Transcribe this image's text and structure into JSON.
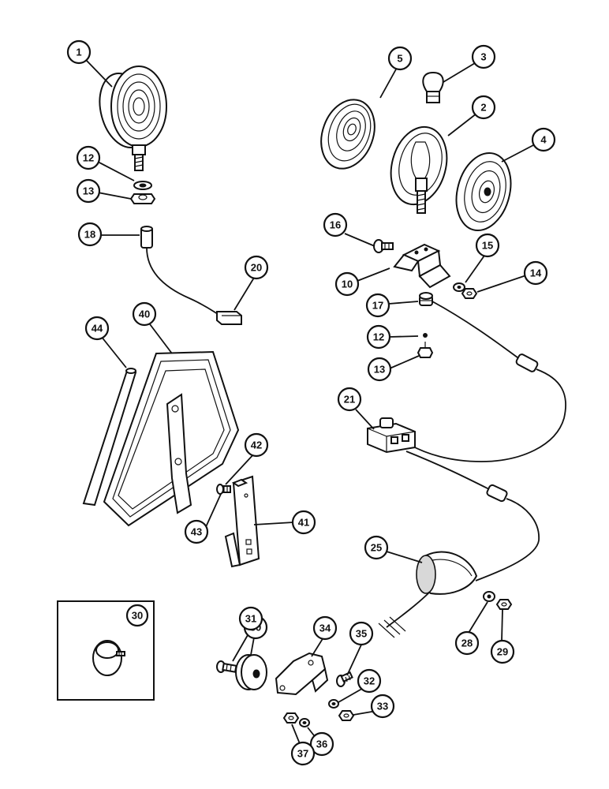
{
  "callouts": [
    {
      "id": "c1",
      "label": "1"
    },
    {
      "id": "c2",
      "label": "2"
    },
    {
      "id": "c3",
      "label": "3"
    },
    {
      "id": "c4",
      "label": "4"
    },
    {
      "id": "c5",
      "label": "5"
    },
    {
      "id": "c10",
      "label": "10"
    },
    {
      "id": "c12a",
      "label": "12"
    },
    {
      "id": "c12b",
      "label": "12"
    },
    {
      "id": "c13a",
      "label": "13"
    },
    {
      "id": "c13b",
      "label": "13"
    },
    {
      "id": "c14",
      "label": "14"
    },
    {
      "id": "c15",
      "label": "15"
    },
    {
      "id": "c16",
      "label": "16"
    },
    {
      "id": "c17",
      "label": "17"
    },
    {
      "id": "c18",
      "label": "18"
    },
    {
      "id": "c20",
      "label": "20"
    },
    {
      "id": "c21",
      "label": "21"
    },
    {
      "id": "c25",
      "label": "25"
    },
    {
      "id": "c28",
      "label": "28"
    },
    {
      "id": "c29",
      "label": "29"
    },
    {
      "id": "c30a",
      "label": "30"
    },
    {
      "id": "c30b",
      "label": "30"
    },
    {
      "id": "c31",
      "label": "31"
    },
    {
      "id": "c32",
      "label": "32"
    },
    {
      "id": "c33",
      "label": "33"
    },
    {
      "id": "c34",
      "label": "34"
    },
    {
      "id": "c35",
      "label": "35"
    },
    {
      "id": "c36",
      "label": "36"
    },
    {
      "id": "c37",
      "label": "37"
    },
    {
      "id": "c40",
      "label": "40"
    },
    {
      "id": "c41",
      "label": "41"
    },
    {
      "id": "c42",
      "label": "42"
    },
    {
      "id": "c43",
      "label": "43"
    },
    {
      "id": "c44",
      "label": "44"
    }
  ]
}
